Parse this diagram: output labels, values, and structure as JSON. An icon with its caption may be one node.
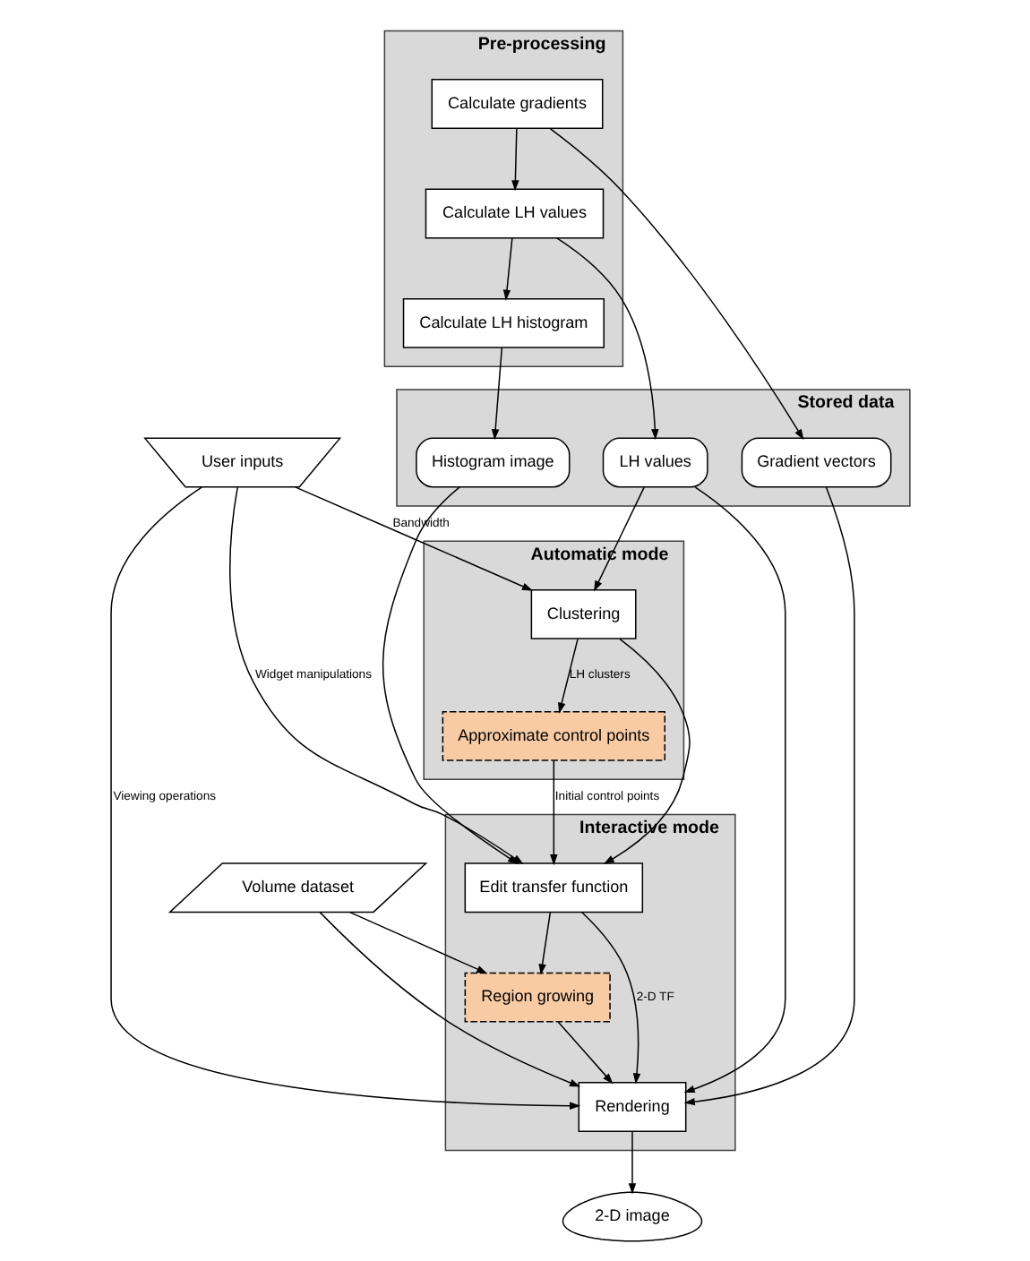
{
  "diagram": {
    "nodes": [
      {
        "text": [
          "Volume dataset"
        ]
      },
      {
        "text": [
          "User inputs"
        ]
      },
      {
        "text": [
          "Pre-processing"
        ]
      },
      {
        "text": [
          "Calculate gradients"
        ],
        "in": 2
      },
      {
        "text": [
          "Calculate LH values"
        ],
        "in": 2
      },
      {
        "text": [
          "Calculate LH histogram"
        ],
        "in": 2
      },
      {
        "text": [
          "Stored data"
        ]
      },
      {
        "text": [
          "Gradient vectors"
        ],
        "in": 6
      },
      {
        "text": [
          "LH values"
        ],
        "in": 6
      },
      {
        "text": [
          "Histogram image"
        ],
        "in": 6
      },
      {
        "text": [
          "Automatic mode"
        ]
      },
      {
        "text": [
          "Clustering"
        ],
        "in": 10
      },
      {
        "text": [
          "Approximate control points"
        ],
        "in": 10
      },
      {
        "text": [
          "Interactive mode"
        ]
      },
      {
        "text": [
          "Edit transfer function"
        ],
        "in": 13
      },
      {
        "text": [
          "Region growing"
        ],
        "in": 13
      },
      {
        "text": [
          "Rendering"
        ],
        "in": 13
      },
      {
        "text": [
          "2-D image"
        ]
      }
    ],
    "edges": [
      {
        "from": 3,
        "to": 4,
        "arrow": "to"
      },
      {
        "from": 4,
        "to": 5,
        "arrow": "to"
      },
      {
        "from": 3,
        "to": 7,
        "arrow": "to"
      },
      {
        "from": 4,
        "to": 8,
        "arrow": "to"
      },
      {
        "from": 5,
        "to": 9,
        "arrow": "to"
      },
      {
        "from": 1,
        "to": 11,
        "arrow": "to",
        "label": "Bandwidth"
      },
      {
        "from": 8,
        "to": 11,
        "arrow": "to"
      },
      {
        "from": 11,
        "to": 12,
        "arrow": "to",
        "label": "LH clusters"
      },
      {
        "from": 11,
        "to": 14,
        "arrow": "to"
      },
      {
        "from": 12,
        "to": 14,
        "arrow": "to",
        "label": "Initial control points"
      },
      {
        "from": 1,
        "to": 14,
        "arrow": "to",
        "label": "Widget manipulations"
      },
      {
        "from": 9,
        "to": 14,
        "arrow": "to"
      },
      {
        "from": 14,
        "to": 15,
        "arrow": "to"
      },
      {
        "from": 0,
        "to": 15,
        "arrow": "to"
      },
      {
        "from": 14,
        "to": 16,
        "arrow": "to",
        "label": "2-D TF"
      },
      {
        "from": 15,
        "to": 16,
        "arrow": "to"
      },
      {
        "from": 0,
        "to": 16,
        "arrow": "to"
      },
      {
        "from": 1,
        "to": 16,
        "arrow": "to",
        "label": "Viewing operations"
      },
      {
        "from": 8,
        "to": 16,
        "arrow": "to"
      },
      {
        "from": 7,
        "to": 16,
        "arrow": "to"
      },
      {
        "from": 16,
        "to": 17,
        "arrow": "to"
      }
    ]
  }
}
